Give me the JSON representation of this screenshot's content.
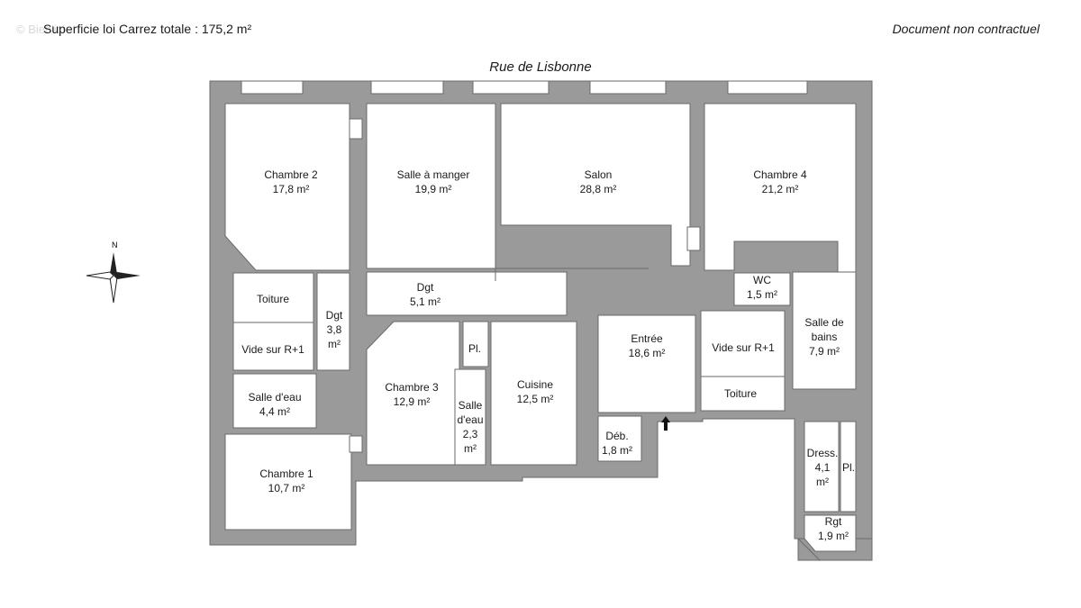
{
  "header": {
    "area_label": "Superficie loi Carrez totale :  175,2 m²",
    "disclaimer": "Document non contractuel",
    "watermark": "© Bien'ici"
  },
  "street": "Rue de Lisbonne",
  "compass": {
    "north_label": "N"
  },
  "colors": {
    "wall": "#9a9a9a",
    "wall_stroke": "#6a6a6a",
    "room": "#ffffff",
    "text": "#1a1a1a"
  },
  "rooms": [
    {
      "id": "chambre-2",
      "name": "Chambre 2",
      "area": "17,8 m²"
    },
    {
      "id": "salle-a-manger",
      "name": "Salle à manger",
      "area": "19,9 m²"
    },
    {
      "id": "salon",
      "name": "Salon",
      "area": "28,8 m²"
    },
    {
      "id": "chambre-4",
      "name": "Chambre 4",
      "area": "21,2 m²"
    },
    {
      "id": "toiture-left",
      "name": "Toiture",
      "area": ""
    },
    {
      "id": "vide-left",
      "name": "Vide sur R+1",
      "area": ""
    },
    {
      "id": "dgt-left",
      "name": "Dgt\n3,8\nm²",
      "area": ""
    },
    {
      "id": "dgt-center",
      "name": "Dgt",
      "area": "5,1 m²"
    },
    {
      "id": "wc",
      "name": "WC",
      "area": "1,5 m²"
    },
    {
      "id": "salle-de-bains",
      "name": "Salle de\nbains",
      "area": "7,9 m²"
    },
    {
      "id": "entree",
      "name": "Entrée",
      "area": "18,6 m²"
    },
    {
      "id": "vide-right",
      "name": "Vide sur R+1",
      "area": ""
    },
    {
      "id": "toiture-right",
      "name": "Toiture",
      "area": ""
    },
    {
      "id": "pl-center",
      "name": "Pl.",
      "area": ""
    },
    {
      "id": "salle-eau-left",
      "name": "Salle d'eau",
      "area": "4,4 m²"
    },
    {
      "id": "chambre-3",
      "name": "Chambre 3",
      "area": "12,9 m²"
    },
    {
      "id": "salle-eau-center",
      "name": "Salle\nd'eau\n2,3\nm²",
      "area": ""
    },
    {
      "id": "cuisine",
      "name": "Cuisine",
      "area": "12,5 m²"
    },
    {
      "id": "deb",
      "name": "Déb.",
      "area": "1,8 m²"
    },
    {
      "id": "dress",
      "name": "Dress.\n4,1\nm²",
      "area": ""
    },
    {
      "id": "pl-right",
      "name": "Pl.",
      "area": ""
    },
    {
      "id": "chambre-1",
      "name": "Chambre 1",
      "area": "10,7 m²"
    },
    {
      "id": "rgt",
      "name": "Rgt",
      "area": "1,9 m²"
    }
  ]
}
